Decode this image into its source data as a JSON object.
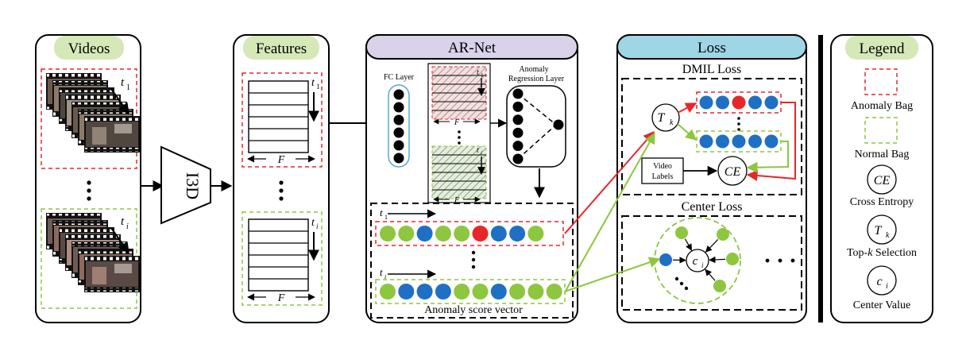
{
  "panels": {
    "videos": "Videos",
    "features": "Features",
    "arnet": "AR-Net",
    "loss": "Loss",
    "legend": "Legend"
  },
  "extractor": "I3D",
  "arnet": {
    "fc_layer": "FC Layer",
    "regression_layer_line1": "Anomaly",
    "regression_layer_line2": "Regression Layer",
    "score_vector": "Anomaly score vector"
  },
  "symbols": {
    "t1": "t",
    "t1_sub": "1",
    "ti": "t",
    "ti_sub": "i",
    "F": "F",
    "Tk": "T",
    "Tk_sub": "k",
    "CE": "CE",
    "ci": "c",
    "ci_sub": "i"
  },
  "loss": {
    "dmil": "DMIL Loss",
    "center": "Center Loss",
    "video_labels_line1": "Video",
    "video_labels_line2": "Labels"
  },
  "legend": {
    "anomaly_bag": "Anomaly Bag",
    "normal_bag": "Normal Bag",
    "cross_entropy": "Cross Entropy",
    "topk_pre": "Top-",
    "topk_k": "k",
    "topk_post": " Selection",
    "center_value": "Center Value"
  },
  "colors": {
    "anomaly_red": "#e8262a",
    "normal_green": "#8dc63f",
    "blue": "#1f6fc5",
    "header_green": "#d5e8b8",
    "header_purple": "#d9d2e9",
    "header_cyan": "#9fd6e6"
  },
  "sequences": {
    "anomaly_scores": [
      "green",
      "green",
      "blue",
      "green",
      "green",
      "red",
      "blue",
      "blue",
      "green"
    ],
    "normal_scores": [
      "green",
      "blue",
      "blue",
      "blue",
      "green",
      "green",
      "blue",
      "green",
      "green",
      "green"
    ],
    "topk_anomaly": [
      "blue",
      "blue",
      "red",
      "blue",
      "blue"
    ],
    "topk_normal": [
      "blue",
      "blue",
      "blue",
      "blue",
      "blue"
    ]
  }
}
